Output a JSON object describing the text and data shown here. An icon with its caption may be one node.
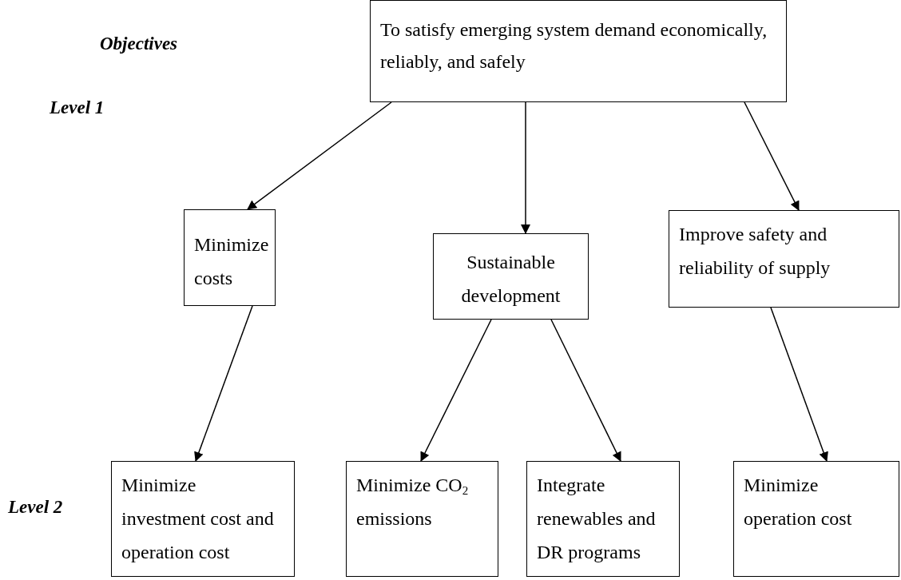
{
  "diagram": {
    "nodes": [
      {
        "text": [
          "To satisfy emerging system demand economically, reliably, and safely"
        ]
      },
      {
        "text": [
          "Minimize costs"
        ]
      },
      {
        "text": [
          "Sustainable development"
        ]
      },
      {
        "text": [
          "Improve safety and reliability of supply"
        ]
      },
      {
        "text": [
          "Minimize investment cost and operation cost"
        ]
      },
      {
        "text": [
          "Minimize CO$_{2}$ emissions"
        ]
      },
      {
        "text": [
          "Integrate renewables and DR programs"
        ]
      },
      {
        "text": [
          "Minimize operation cost"
        ]
      }
    ],
    "edges": [
      {
        "from": 0,
        "to": 1,
        "arrow": "to"
      },
      {
        "from": 0,
        "to": 2,
        "arrow": "to"
      },
      {
        "from": 0,
        "to": 3,
        "arrow": "to"
      },
      {
        "from": 1,
        "to": 4,
        "arrow": "to"
      },
      {
        "from": 2,
        "to": 5,
        "arrow": "to"
      },
      {
        "from": 2,
        "to": 6,
        "arrow": "to"
      },
      {
        "from": 3,
        "to": 7,
        "arrow": "to"
      }
    ],
    "labels": [
      "Objectives",
      "Level 1",
      "Level 2"
    ]
  }
}
